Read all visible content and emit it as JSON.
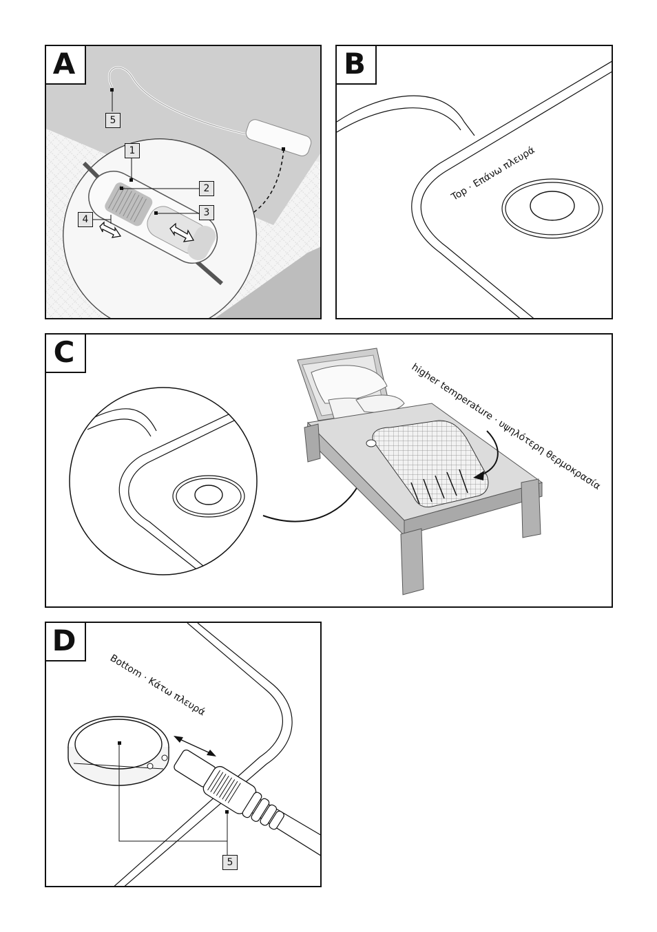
{
  "panels": {
    "a": {
      "letter": "A",
      "callouts": {
        "one": "1",
        "two": "2",
        "three": "3",
        "four": "4",
        "five": "5"
      }
    },
    "b": {
      "letter": "B",
      "caption": "Top · Επάνω πλευρά"
    },
    "c": {
      "letter": "C",
      "caption": "higher temperature · υψηλότερη θερμοκρασία"
    },
    "d": {
      "letter": "D",
      "caption": "Bottom · Κάτω πλευρά",
      "callouts": {
        "five": "5"
      }
    }
  }
}
